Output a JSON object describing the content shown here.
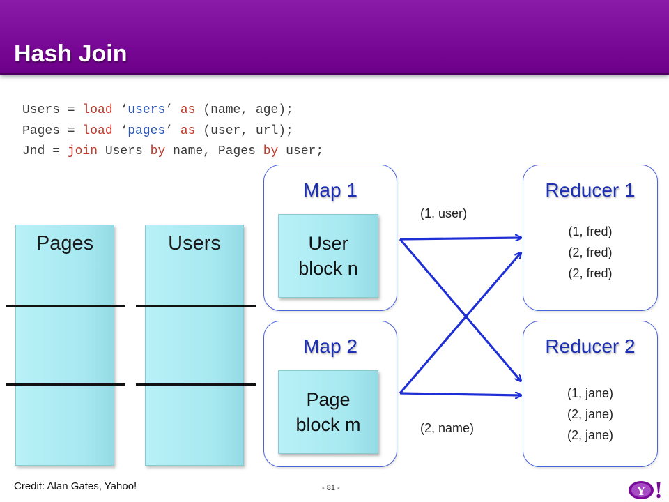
{
  "slide": {
    "title": "Hash Join",
    "code_lines": [
      [
        {
          "t": "Users = ",
          "c": "n"
        },
        {
          "t": "load",
          "c": "k"
        },
        {
          "t": " ‘",
          "c": "n"
        },
        {
          "t": "users",
          "c": "s"
        },
        {
          "t": "’ ",
          "c": "n"
        },
        {
          "t": "as",
          "c": "k"
        },
        {
          "t": " (name, age);",
          "c": "n"
        }
      ],
      [
        {
          "t": "Pages = ",
          "c": "n"
        },
        {
          "t": "load",
          "c": "k"
        },
        {
          "t": " ‘",
          "c": "n"
        },
        {
          "t": "pages",
          "c": "s"
        },
        {
          "t": "’ ",
          "c": "n"
        },
        {
          "t": "as",
          "c": "k"
        },
        {
          "t": " (user, url);",
          "c": "n"
        }
      ],
      [
        {
          "t": "Jnd = ",
          "c": "n"
        },
        {
          "t": "join",
          "c": "k"
        },
        {
          "t": " Users ",
          "c": "n"
        },
        {
          "t": "by",
          "c": "k"
        },
        {
          "t": " name, Pages ",
          "c": "n"
        },
        {
          "t": "by",
          "c": "k"
        },
        {
          "t": " user;",
          "c": "n"
        }
      ]
    ],
    "colors": {
      "keyword": "#c0392b",
      "string": "#2a55b8",
      "box_title": "#1d2fb3",
      "arrow": "#1f2fd6",
      "header": "#7a0a98"
    }
  },
  "tables": {
    "pages": "Pages",
    "users": "Users"
  },
  "map1": {
    "title": "Map 1",
    "block_line1": "User",
    "block_line2": "block n"
  },
  "map2": {
    "title": "Map 2",
    "block_line1": "Page",
    "block_line2": "block m"
  },
  "reducer1": {
    "title": "Reducer 1",
    "tuples": [
      "(1, fred)",
      "(2, fred)",
      "(2, fred)"
    ]
  },
  "reducer2": {
    "title": "Reducer 2",
    "tuples": [
      "(1, jane)",
      "(2, jane)",
      "(2, jane)"
    ]
  },
  "edges": {
    "top_label": "(1, user)",
    "bottom_label": "(2, name)"
  },
  "footer": {
    "credit": "Credit: Alan Gates, Yahoo!",
    "page_number": "- 81 -",
    "logo_text": "Y!",
    "logo_icon": "yahoo-logo-icon"
  }
}
